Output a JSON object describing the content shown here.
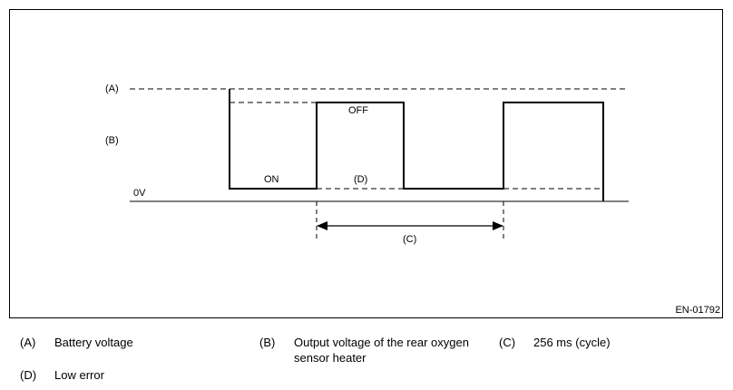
{
  "diagram": {
    "labels": {
      "a": "(A)",
      "b": "(B)",
      "c": "(C)",
      "d": "(D)",
      "zero": "0V",
      "on": "ON",
      "off": "OFF"
    },
    "figure_code": "EN-01792"
  },
  "legend": [
    {
      "key": "(A)",
      "lines": [
        "Battery voltage"
      ]
    },
    {
      "key": "(B)",
      "lines": [
        "Output voltage of the rear oxygen",
        "sensor heater"
      ]
    },
    {
      "key": "(C)",
      "lines": [
        "256 ms (cycle)"
      ]
    },
    {
      "key": "(D)",
      "lines": [
        "Low error"
      ]
    }
  ]
}
